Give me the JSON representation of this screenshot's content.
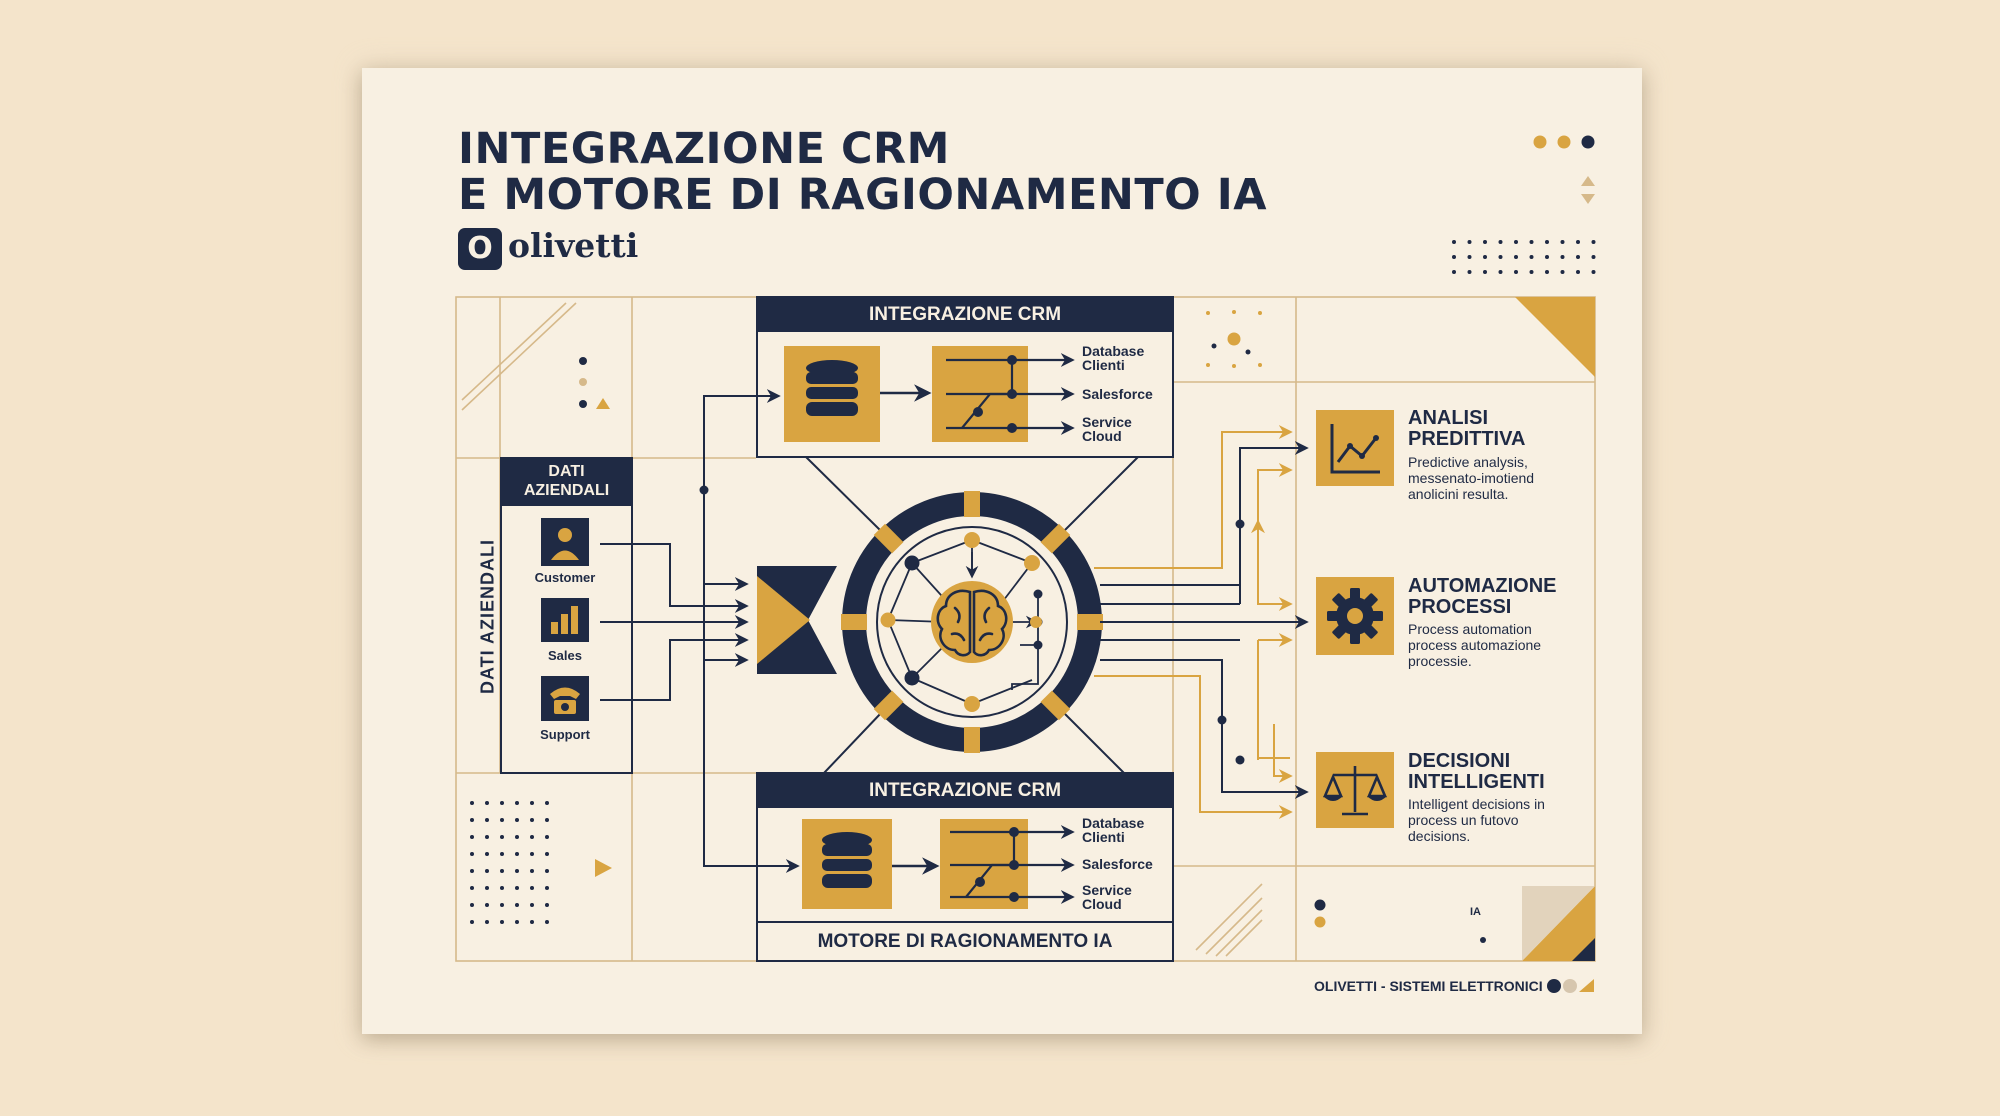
{
  "title": {
    "line1": "INTEGRAZIONE CRM",
    "line2": "E MOTORE DI RAGIONAMENTO IA"
  },
  "brand": {
    "logo_mark": "O",
    "logo_word": "olivetti"
  },
  "left_panel": {
    "header": "DATI\nAZIENDALI",
    "vertical_label": "DATI AZIENDALI",
    "items": [
      {
        "label": "Customer",
        "icon": "user-icon"
      },
      {
        "label": "Sales",
        "icon": "bar-chart-icon"
      },
      {
        "label": "Support",
        "icon": "telephone-icon"
      }
    ]
  },
  "crm_top": {
    "band": "INTEGRAZIONE CRM",
    "outputs": [
      "Database\nClienti",
      "Salesforce",
      "Service\nCloud"
    ]
  },
  "crm_bottom": {
    "band": "INTEGRAZIONE CRM",
    "outputs": [
      "Database\nClienti",
      "Salesforce",
      "Service\nCloud"
    ],
    "footer_band": "MOTORE DI RAGIONAMENTO IA"
  },
  "outputs": [
    {
      "title": "ANALISI\nPREDITTIVA",
      "desc": "Predictive analysis, messenato-imotiend anolicini resulta.",
      "icon": "trend-chart-icon"
    },
    {
      "title": "AUTOMAZIONE\nPROCESSI",
      "desc": "Process automation process automazione processie.",
      "icon": "gear-icon"
    },
    {
      "title": "DECISIONI\nINTELLIGENTI",
      "desc": "Intelligent decisions in process un futovo decisions.",
      "icon": "scales-icon"
    }
  ],
  "corner_label": "IA",
  "footer": "OLIVETTI - SISTEMI ELETTRONICI",
  "colors": {
    "navy": "#1f2a44",
    "gold": "#d9a441",
    "paper": "#f8f0e2",
    "background": "#f4e4cb",
    "line": "#d6b98a"
  }
}
